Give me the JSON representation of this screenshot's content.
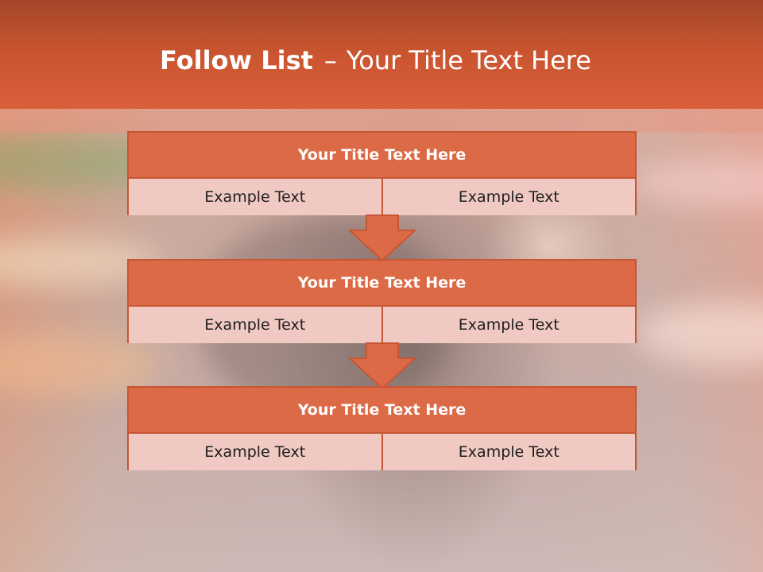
{
  "slide": {
    "title_bold": "Follow List",
    "title_separator": "–",
    "title_rest": "Your Title Text Here"
  },
  "steps": [
    {
      "title": "Your Title Text Here",
      "left": "Example Text",
      "right": "Example Text"
    },
    {
      "title": "Your Title Text Here",
      "left": "Example Text",
      "right": "Example Text"
    },
    {
      "title": "Your Title Text Here",
      "left": "Example Text",
      "right": "Example Text"
    }
  ],
  "colors": {
    "header": "#d9603a",
    "box_head": "#dd6a46",
    "box_body": "#f0c9c2",
    "border": "#c65634",
    "arrow": "#dd6a46"
  },
  "icons": {
    "connector": "down-arrow-icon"
  }
}
